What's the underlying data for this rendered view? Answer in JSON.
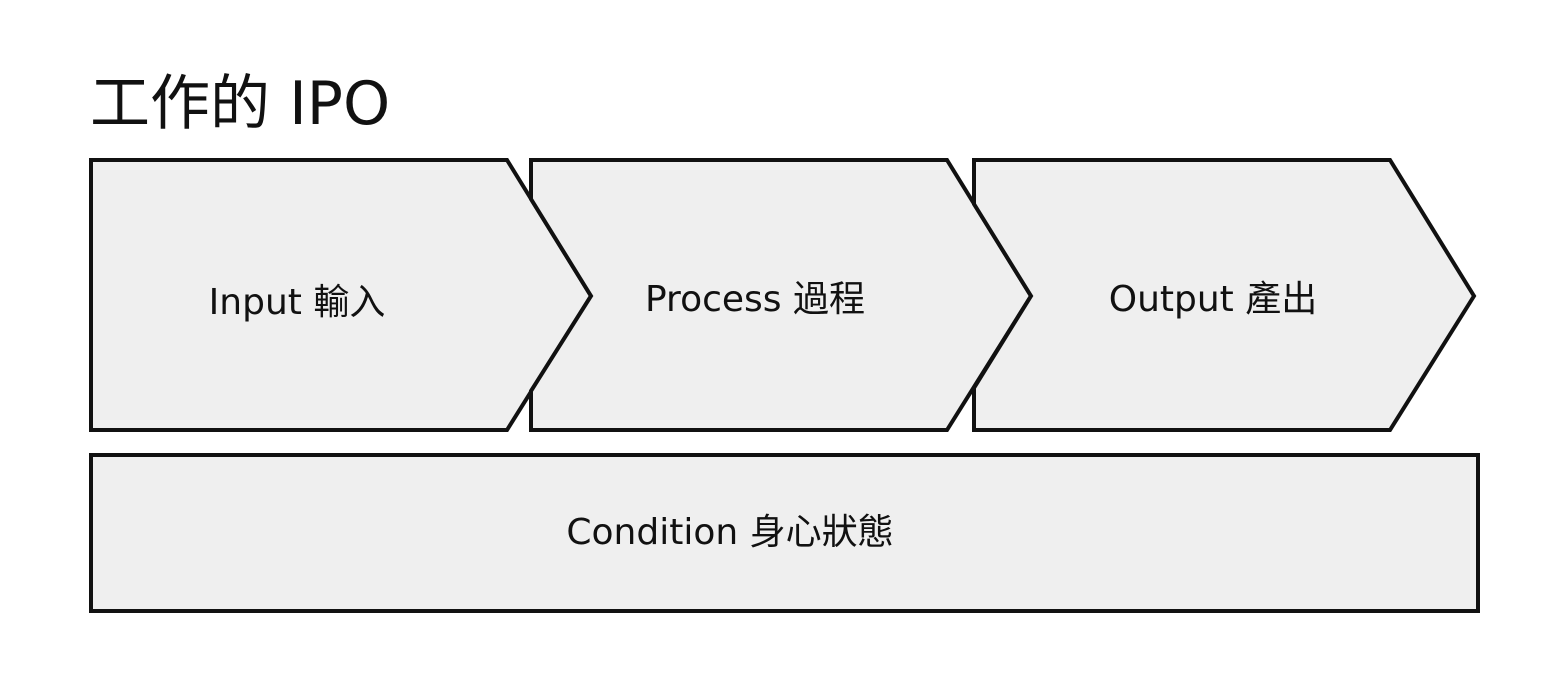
{
  "title": "工作的 IPO",
  "steps": [
    {
      "label": "Input 輸入"
    },
    {
      "label": "Process 過程"
    },
    {
      "label": "Output 產出"
    }
  ],
  "base": {
    "label": "Condition 身心狀態"
  },
  "colors": {
    "fill": "#efefef",
    "stroke": "#111111",
    "text": "#111111",
    "background": "#ffffff"
  }
}
